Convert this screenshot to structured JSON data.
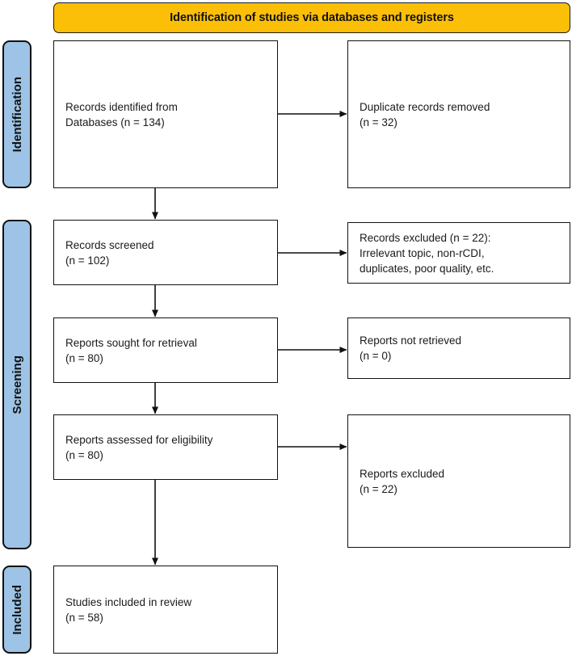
{
  "header": {
    "phase_label": "Identification of studies via databases and registers",
    "background_color": "#FCBF07"
  },
  "stages": {
    "background_color": "#9DC3E6",
    "items": [
      {
        "id": "identification",
        "label": "Identification"
      },
      {
        "id": "screening",
        "label": "Screening"
      },
      {
        "id": "included",
        "label": "Included"
      }
    ]
  },
  "flow": {
    "identified": {
      "line1": "Records identified from",
      "line2": "Databases (n = 134)"
    },
    "duplicates_removed": {
      "line1": "Duplicate records removed",
      "line2": "(n = 32)"
    },
    "screened": {
      "line1": "Records screened",
      "line2": "(n = 102)"
    },
    "excluded_screening": {
      "line1": "Records excluded (n = 22):",
      "line2_a": "Irrelevant topic, ",
      "line2_b": "non-rCDI",
      "line2_c": ",",
      "line3": "duplicates, poor quality, etc."
    },
    "sought_retrieval": {
      "line1": "Reports sought for retrieval",
      "line2": "(n = 80)"
    },
    "not_retrieved": {
      "line1": "Reports not retrieved",
      "line2": "(n = 0)"
    },
    "assessed_eligibility": {
      "line1": "Reports assessed for eligibility",
      "line2": "(n = 80)"
    },
    "excluded_reports": {
      "line1": "Reports excluded",
      "line2": "(n = 22)"
    },
    "included_review": {
      "line1": "Studies included in review",
      "line2": "(n = 58)"
    }
  },
  "chart_data": {
    "type": "diagram",
    "title": "PRISMA flow diagram",
    "nodes": [
      {
        "id": "identified",
        "stage": "Identification",
        "column": "left",
        "label": "Records identified from Databases",
        "n": 134
      },
      {
        "id": "duplicates_removed",
        "stage": "Identification",
        "column": "right",
        "label": "Duplicate records removed",
        "n": 32
      },
      {
        "id": "screened",
        "stage": "Screening",
        "column": "left",
        "label": "Records screened",
        "n": 102
      },
      {
        "id": "excluded_screening",
        "stage": "Screening",
        "column": "right",
        "label": "Records excluded: Irrelevant topic, non-rCDI, duplicates, poor quality, etc.",
        "n": 22
      },
      {
        "id": "sought_retrieval",
        "stage": "Screening",
        "column": "left",
        "label": "Reports sought for retrieval",
        "n": 80
      },
      {
        "id": "not_retrieved",
        "stage": "Screening",
        "column": "right",
        "label": "Reports not retrieved",
        "n": 0
      },
      {
        "id": "assessed_eligibility",
        "stage": "Screening",
        "column": "left",
        "label": "Reports assessed for eligibility",
        "n": 80
      },
      {
        "id": "excluded_reports",
        "stage": "Screening",
        "column": "right",
        "label": "Reports excluded",
        "n": 22
      },
      {
        "id": "included_review",
        "stage": "Included",
        "column": "left",
        "label": "Studies included in review",
        "n": 58
      }
    ],
    "edges": [
      {
        "from": "identified",
        "to": "duplicates_removed",
        "direction": "horizontal"
      },
      {
        "from": "identified",
        "to": "screened",
        "direction": "vertical"
      },
      {
        "from": "screened",
        "to": "excluded_screening",
        "direction": "horizontal"
      },
      {
        "from": "screened",
        "to": "sought_retrieval",
        "direction": "vertical"
      },
      {
        "from": "sought_retrieval",
        "to": "not_retrieved",
        "direction": "horizontal"
      },
      {
        "from": "sought_retrieval",
        "to": "assessed_eligibility",
        "direction": "vertical"
      },
      {
        "from": "assessed_eligibility",
        "to": "excluded_reports",
        "direction": "horizontal"
      },
      {
        "from": "assessed_eligibility",
        "to": "included_review",
        "direction": "vertical"
      }
    ]
  }
}
